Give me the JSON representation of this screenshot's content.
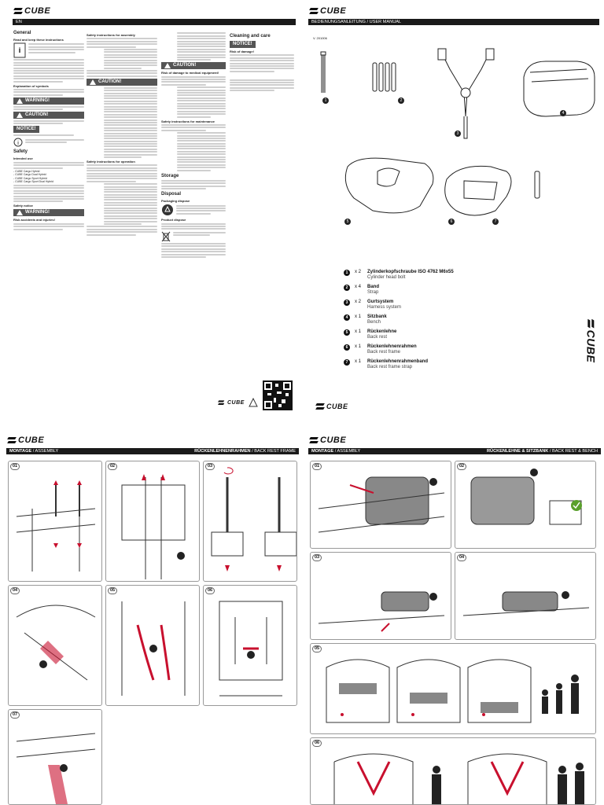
{
  "brand": "CUBE",
  "tl": {
    "lang": "EN",
    "col1": {
      "h_general": "General",
      "h_read": "Read and keep these instructions",
      "h_symbols": "Explanation of symbols",
      "warning": "WARNING!",
      "caution": "CAUTION!",
      "notice": "NOTICE!",
      "h_safety": "Safety",
      "h_intended": "Intended use",
      "models": [
        "- CUBE Cargo Hybrid",
        "- CUBE Cargo Dual Hybrid",
        "- CUBE Cargo Sport Hybrid",
        "- CUBE Cargo Sport Dual Hybrid"
      ],
      "h_safety_notice": "Safety notice",
      "warning2": "WARNING!",
      "h_risk": "Risk accidents and injuries!"
    },
    "col2": {
      "h_assembly": "Safety instructions for assembly",
      "caution": "CAUTION!",
      "h_operation": "Safety instructions for operation"
    },
    "col3": {
      "h_care": "Cleaning and care",
      "notice": "NOTICE!",
      "h_damage": "Risk of damage!",
      "h_medical": "Risk of damage to medical equipment!",
      "h_maintenance": "Safety instructions for maintenance",
      "h_storage": "Storage",
      "h_disposal": "Disposal",
      "h_pack": "Packaging dispose",
      "h_product": "Product dispose"
    }
  },
  "tr": {
    "header_left": "BEDIENUNGSANLEITUNG / ",
    "header_right": "USER MANUAL",
    "version": "V. 201006",
    "parts": [
      {
        "n": "1",
        "qty": "x 2",
        "de": "Zylinderkopfschraube ISO 4762 M6x55",
        "en": "Cylinder head bolt"
      },
      {
        "n": "2",
        "qty": "x 4",
        "de": "Band",
        "en": "Strap"
      },
      {
        "n": "3",
        "qty": "x 2",
        "de": "Gurtsystem",
        "en": "Harness system"
      },
      {
        "n": "4",
        "qty": "x 1",
        "de": "Sitzbank",
        "en": "Bench"
      },
      {
        "n": "5",
        "qty": "x 1",
        "de": "Rückenlehne",
        "en": "Back rest"
      },
      {
        "n": "6",
        "qty": "x 1",
        "de": "Rückenlehnenrahmen",
        "en": "Back rest frame"
      },
      {
        "n": "7",
        "qty": "x 1",
        "de": "Rückenlehnenrahmenband",
        "en": "Back rest frame strap"
      }
    ],
    "callouts": [
      "1",
      "2",
      "3",
      "4",
      "5",
      "6",
      "7"
    ]
  },
  "bl": {
    "bar_left_bold": "MONTAGE",
    "bar_left": " / ASSEMBLY",
    "bar_right_bold": "RÜCKENLEHNENRAHMEN",
    "bar_right": " / BACK REST FRAME",
    "steps": [
      "01",
      "02",
      "03",
      "04",
      "05",
      "06",
      "07"
    ]
  },
  "br": {
    "bar_left_bold": "MONTAGE",
    "bar_left": " / ASSEMBLY",
    "bar_right_bold": "RÜCKENLEHNE & SITZBANK",
    "bar_right": " / BACK REST & BENCH",
    "steps": [
      "01",
      "02",
      "03",
      "04",
      "05",
      "06"
    ]
  }
}
